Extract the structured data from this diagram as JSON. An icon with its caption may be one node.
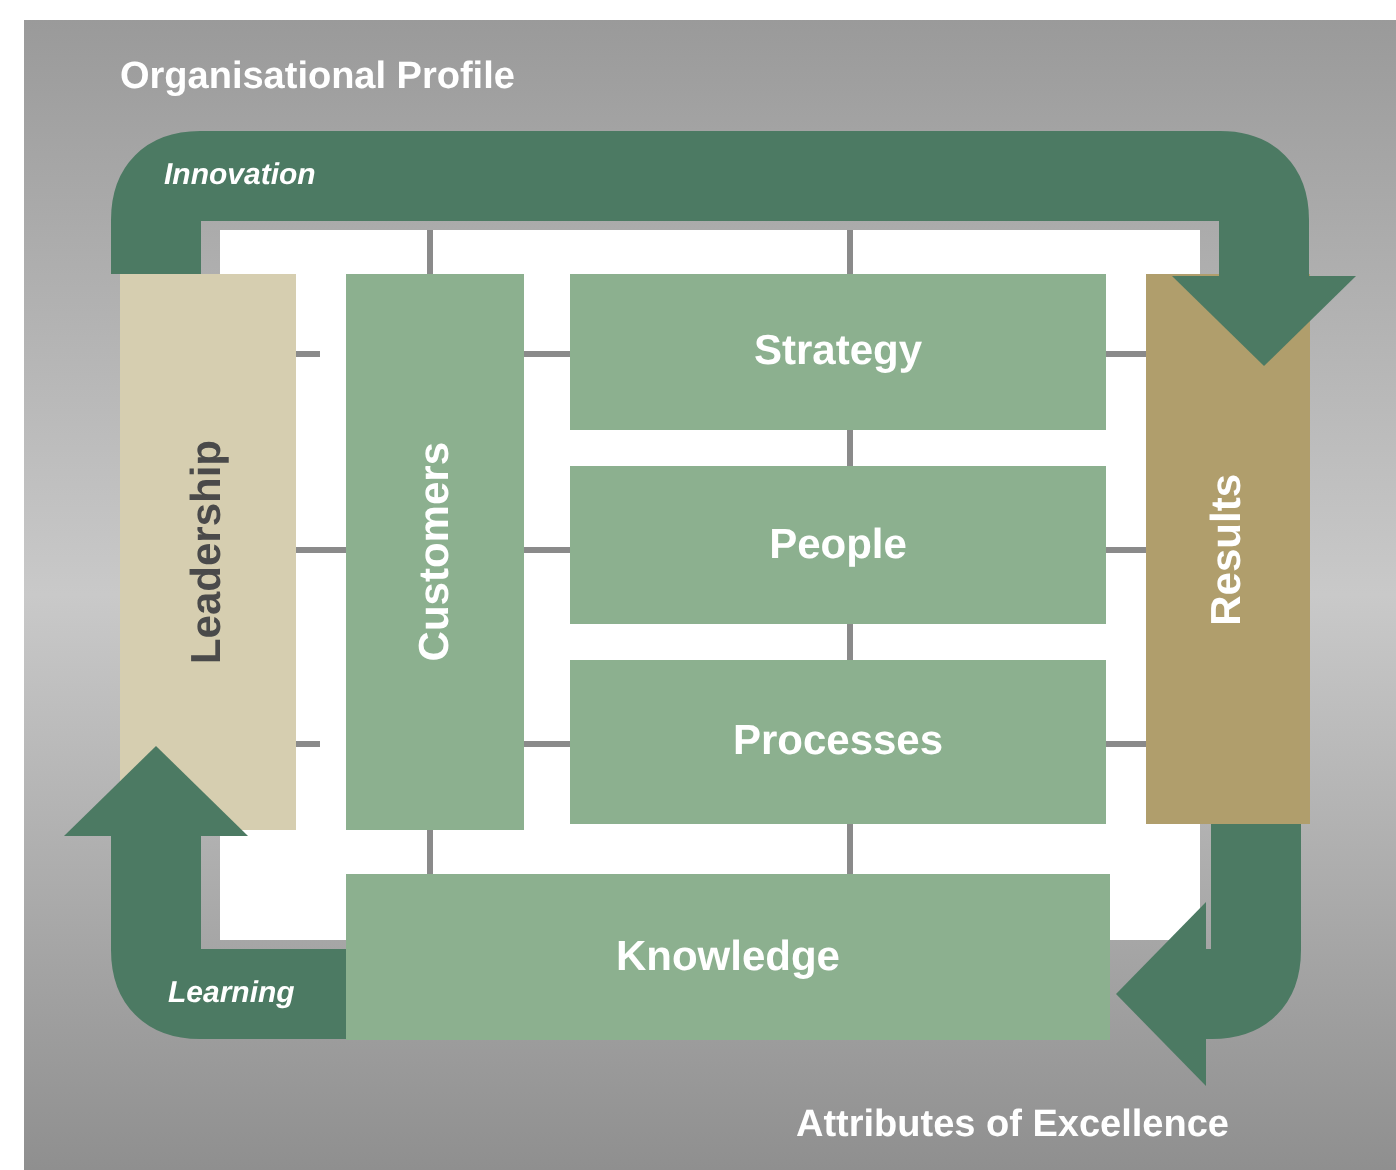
{
  "diagram": {
    "nodes": [
      {
        "text": [
          "Organisational Profile",
          "Attributes of Excellence"
        ]
      },
      {
        "text": [
          "Leadership"
        ],
        "in": 0
      },
      {
        "text": [
          "Customers"
        ],
        "in": 0
      },
      {
        "text": [
          "Strategy"
        ],
        "in": 0
      },
      {
        "text": [
          "People"
        ],
        "in": 0
      },
      {
        "text": [
          "Processes"
        ],
        "in": 0
      },
      {
        "text": [
          "Knowledge"
        ],
        "in": 0
      },
      {
        "text": [
          "Results"
        ],
        "in": 0
      }
    ],
    "edges": [
      {
        "from": 1,
        "to": 7,
        "arrow": "to",
        "label": "Innovation"
      },
      {
        "from": 7,
        "to": 6,
        "arrow": "to"
      },
      {
        "from": 6,
        "to": 1,
        "arrow": "to",
        "label": "Learning"
      }
    ]
  }
}
